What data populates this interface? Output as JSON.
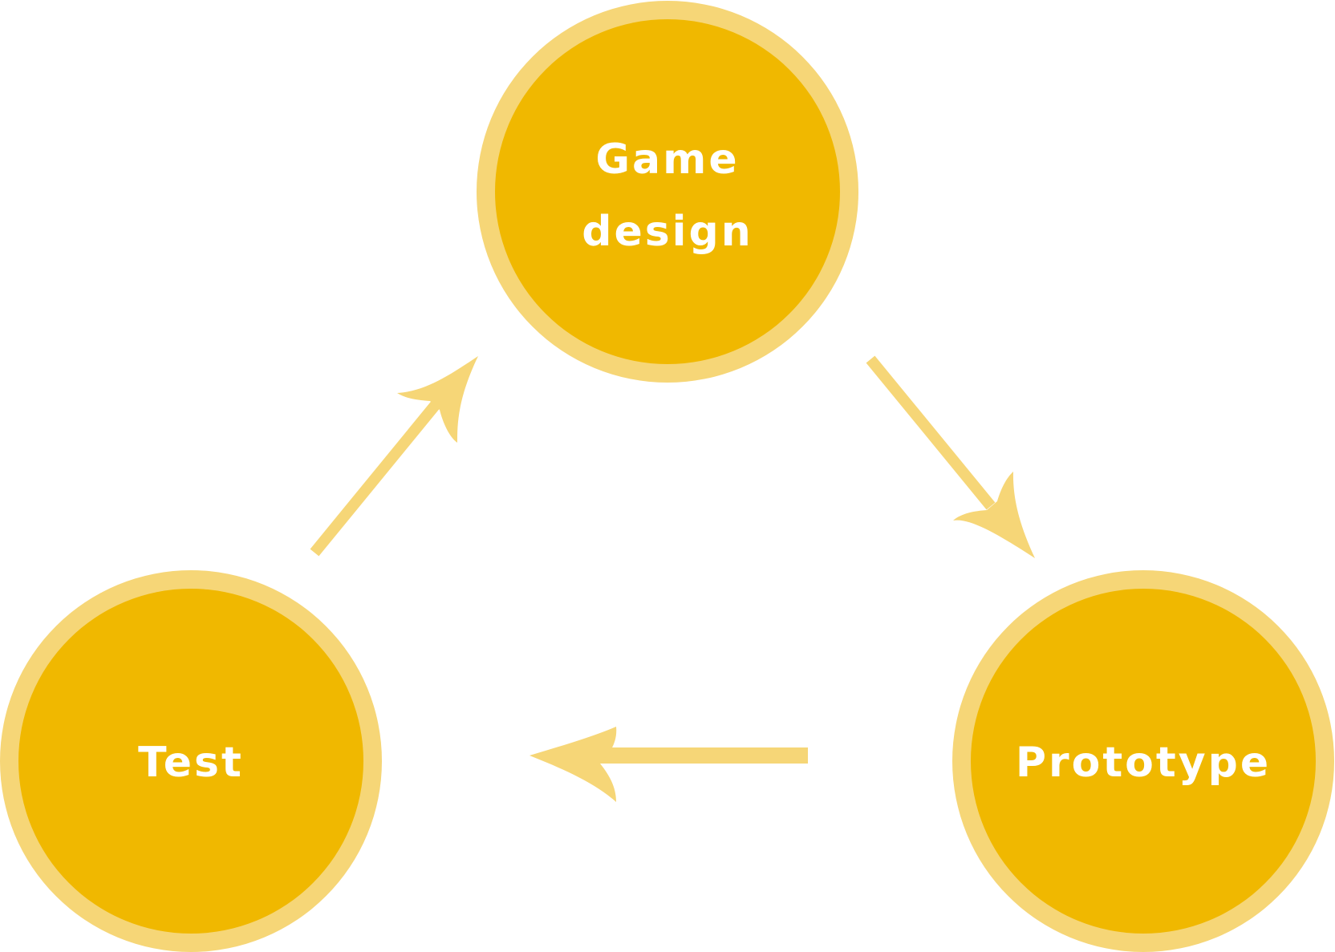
{
  "colors": {
    "background": "#ffffff",
    "node_fill": "#F0B800",
    "node_ring": "#F6D677",
    "arrow": "#F6D677",
    "label": "#ffffff"
  },
  "nodes": {
    "game_design": {
      "line1": "Game",
      "line2": "design"
    },
    "prototype": {
      "label": "Prototype"
    },
    "test": {
      "label": "Test"
    }
  },
  "edges": [
    {
      "from": "Game design",
      "to": "Prototype"
    },
    {
      "from": "Prototype",
      "to": "Test"
    },
    {
      "from": "Test",
      "to": "Game design"
    }
  ]
}
